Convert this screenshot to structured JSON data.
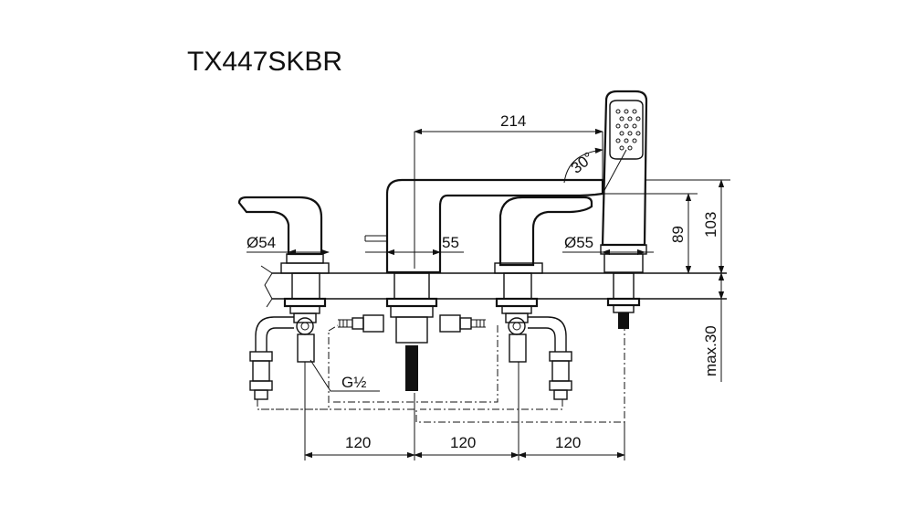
{
  "title": "TX447SKBR",
  "dimensions": {
    "spout_reach": "214",
    "handset_angle": "30°",
    "left_handle_dia": "Ø54",
    "spout_base_dia": "55",
    "right_handle_dia": "Ø55",
    "height_89": "89",
    "height_103": "103",
    "deck_max": "max.30",
    "thread": "G½",
    "spacing_1": "120",
    "spacing_2": "120",
    "spacing_3": "120"
  }
}
